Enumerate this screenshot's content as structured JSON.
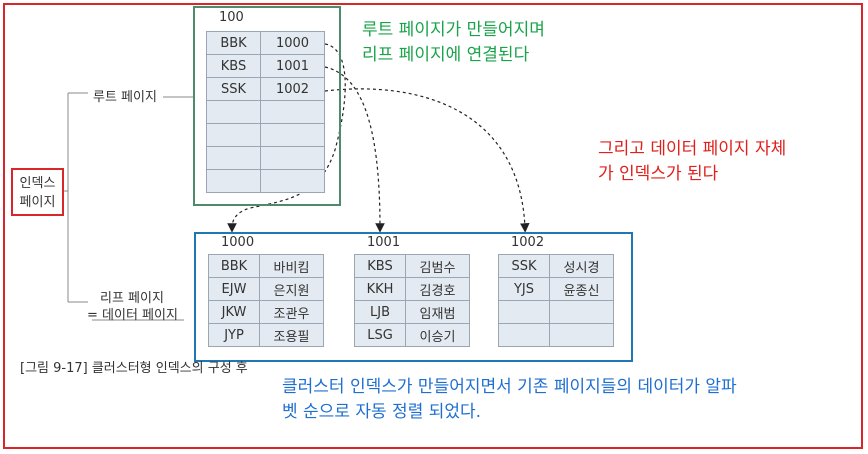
{
  "labels": {
    "root_page": "루트 페이지",
    "index_page_line1": "인덱스",
    "index_page_line2": "페이지",
    "leaf_page_line1": "리프 페이지",
    "leaf_page_line2": "= 데이터 페이지"
  },
  "root": {
    "page_no": "100",
    "rows": [
      {
        "key": "BBK",
        "ptr": "1000"
      },
      {
        "key": "KBS",
        "ptr": "1001"
      },
      {
        "key": "SSK",
        "ptr": "1002"
      },
      {
        "key": "",
        "ptr": ""
      },
      {
        "key": "",
        "ptr": ""
      },
      {
        "key": "",
        "ptr": ""
      },
      {
        "key": "",
        "ptr": ""
      }
    ]
  },
  "leaves": [
    {
      "page_no": "1000",
      "rows": [
        {
          "id": "BBK",
          "name": "바비킴"
        },
        {
          "id": "EJW",
          "name": "은지원"
        },
        {
          "id": "JKW",
          "name": "조관우"
        },
        {
          "id": "JYP",
          "name": "조용필"
        }
      ]
    },
    {
      "page_no": "1001",
      "rows": [
        {
          "id": "KBS",
          "name": "김범수"
        },
        {
          "id": "KKH",
          "name": "김경호"
        },
        {
          "id": "LJB",
          "name": "임재범"
        },
        {
          "id": "LSG",
          "name": "이승기"
        }
      ]
    },
    {
      "page_no": "1002",
      "rows": [
        {
          "id": "SSK",
          "name": "성시경"
        },
        {
          "id": "YJS",
          "name": "윤종신"
        },
        {
          "id": "",
          "name": ""
        },
        {
          "id": "",
          "name": ""
        }
      ]
    }
  ],
  "caption": "[그림 9-17] 클러스터형 인덱스의 구성 후",
  "notes": {
    "green_line1": "루트 페이지가 만들어지며",
    "green_line2": "리프 페이지에 연결된다",
    "red_line1": "그리고 데이터 페이지 자체",
    "red_line2": "가 인덱스가 된다",
    "blue_line1": "클러스터 인덱스가 만들어지면서 기존 페이지들의 데이터가 알파",
    "blue_line2": "벳 순으로 자동 정렬 되었다."
  },
  "colors": {
    "frame": "#d9262b",
    "root_border": "#4f8a6a",
    "leaf_border": "#1f78b4",
    "cell_fill": "#e4eaf1",
    "green_note": "#1aa34a",
    "red_note": "#e0201c",
    "blue_note": "#1f6fd1"
  }
}
